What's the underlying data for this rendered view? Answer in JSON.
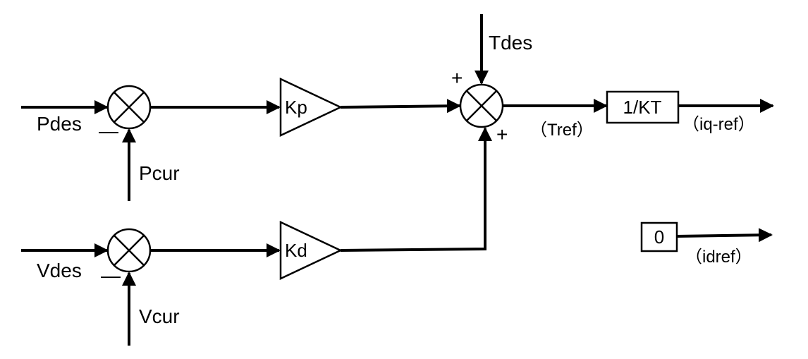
{
  "inputs": {
    "pdes": "Pdes",
    "pcur": "Pcur",
    "vdes": "Vdes",
    "vcur": "Vcur",
    "tdes": "Tdes"
  },
  "blocks": {
    "kp": "Kp",
    "kd": "Kd",
    "kt": "1/KT",
    "zero": "0"
  },
  "signals": {
    "tref": "（Tref）",
    "iqref": "（iq-ref）",
    "idref": "（idref）"
  },
  "signs": {
    "sum1_minus": "—",
    "sum2_minus": "—",
    "sum3_plus_top": "+",
    "sum3_plus_bottom": "+"
  }
}
